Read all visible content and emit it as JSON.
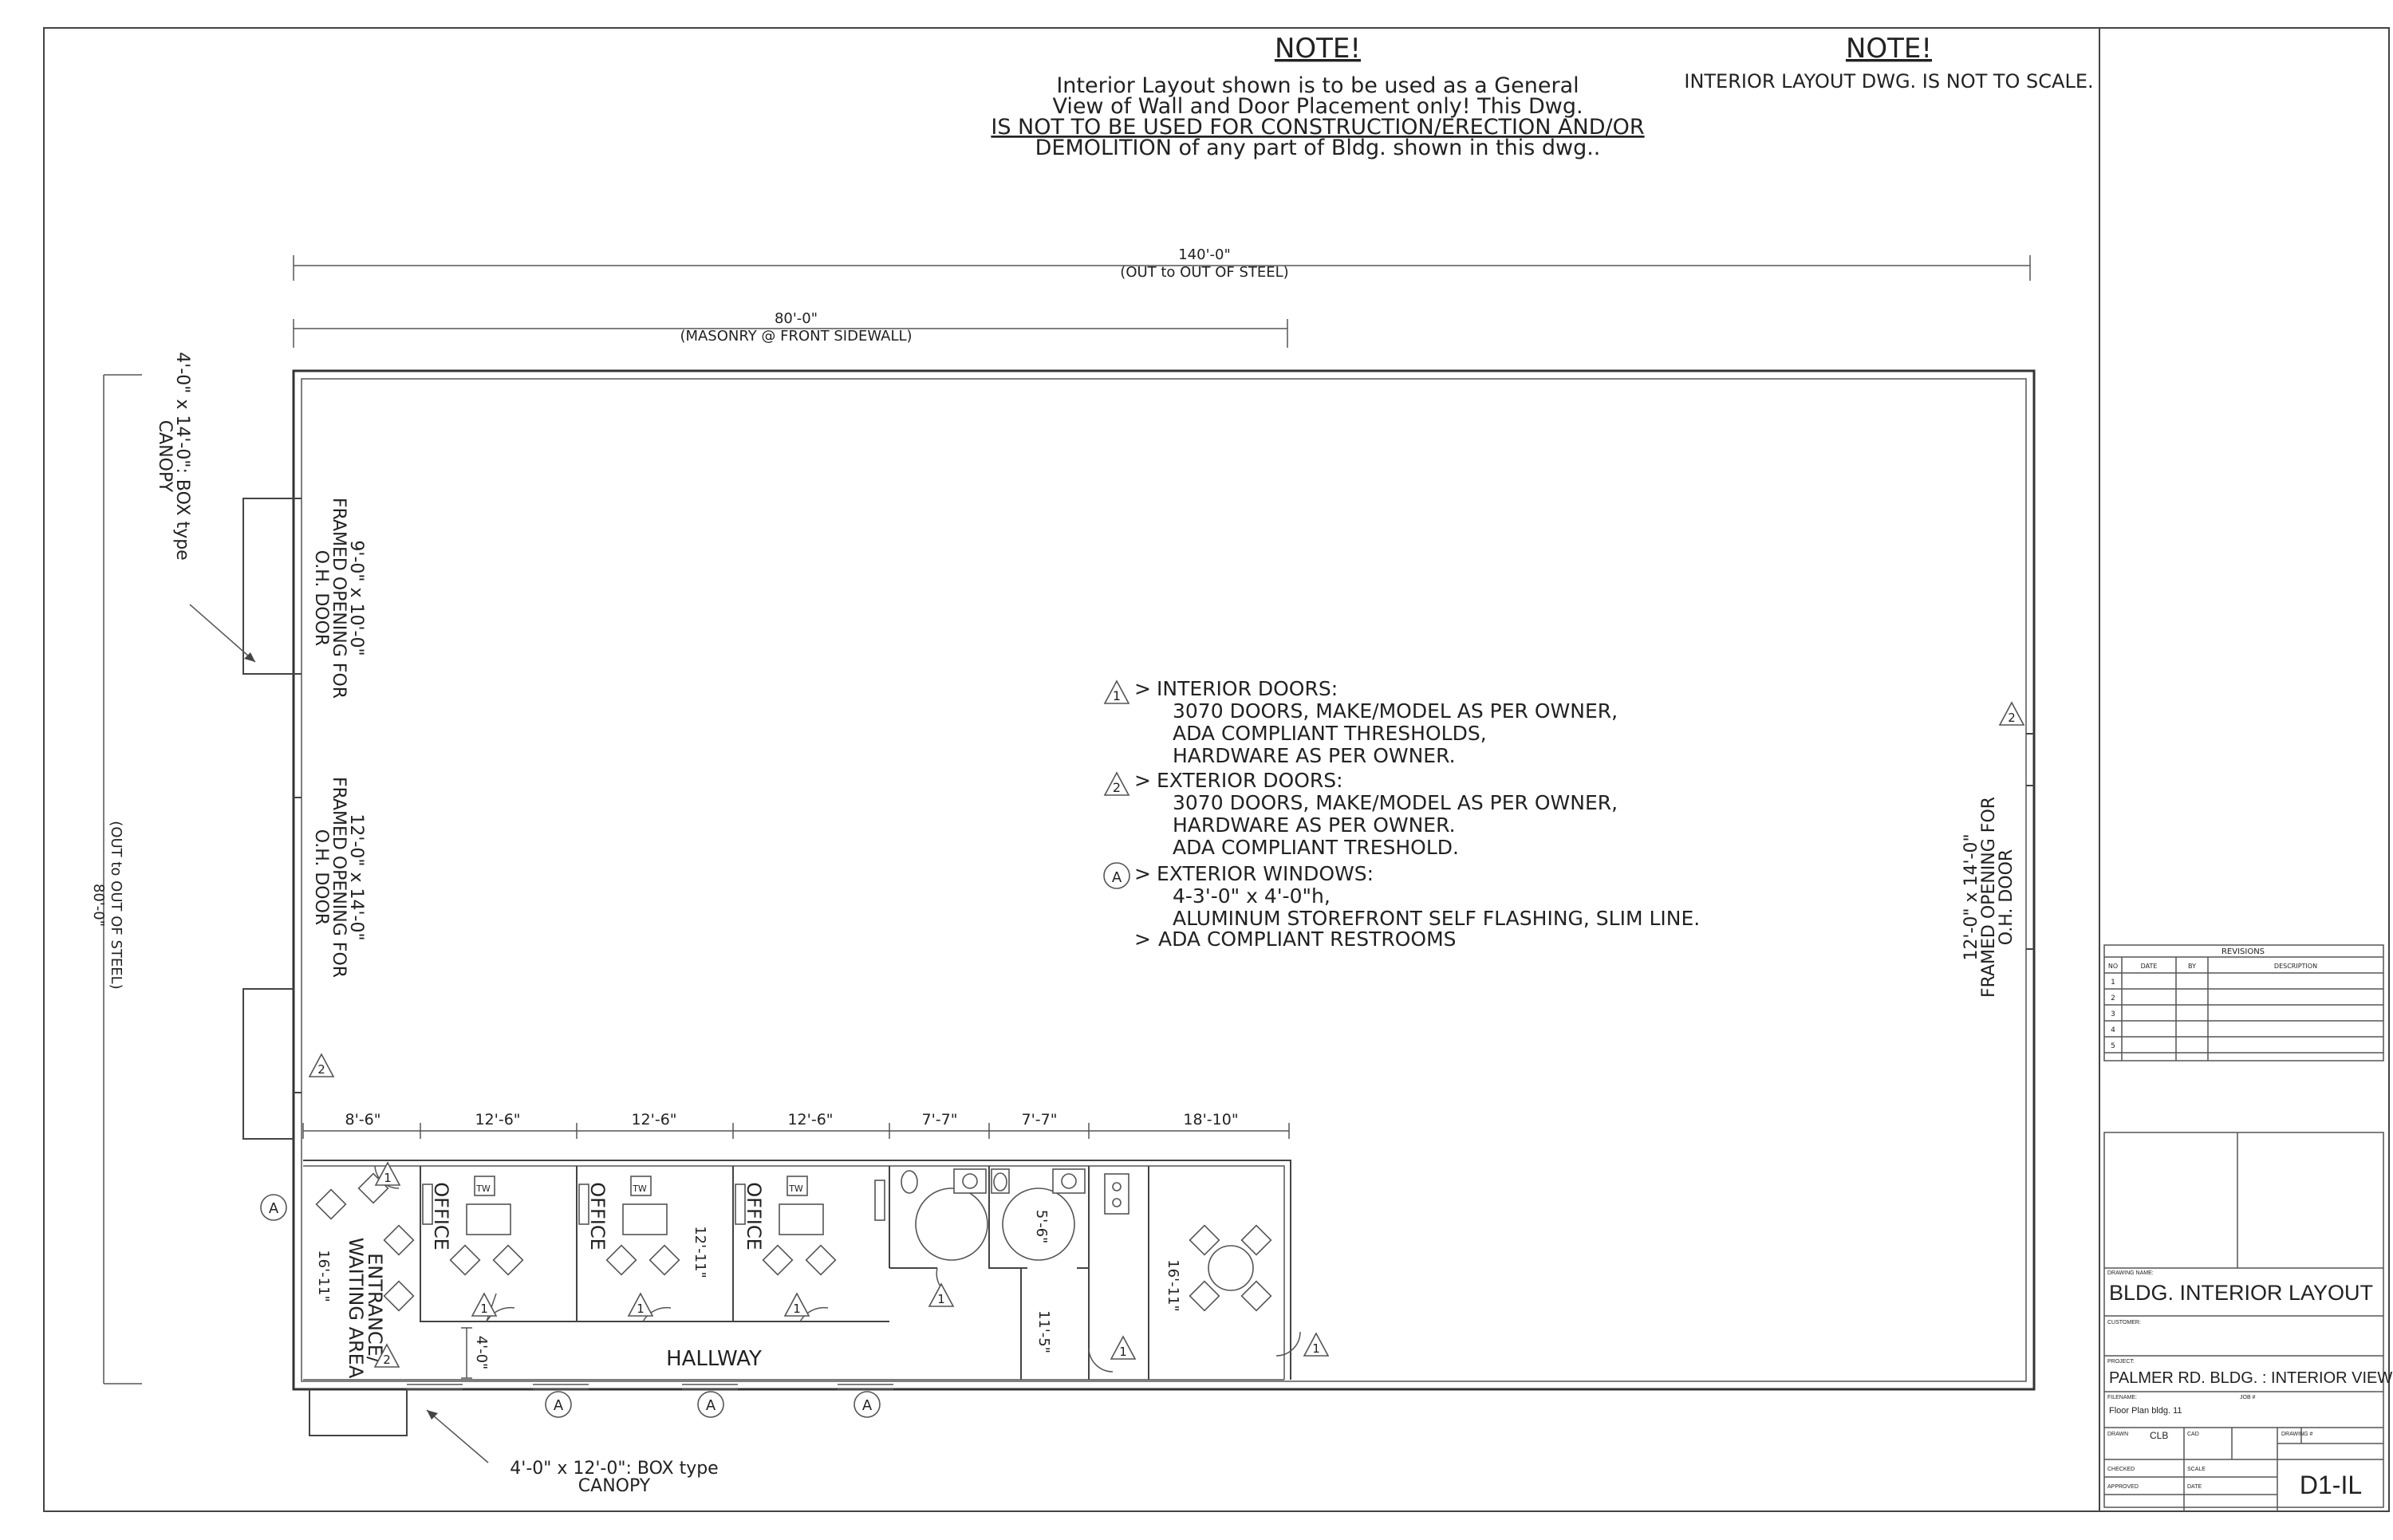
{
  "notes": {
    "left_heading": "NOTE!",
    "left_line1": "Interior Layout shown is to be used as a General",
    "left_line2": "View of Wall and Door Placement only!  This Dwg.",
    "left_line3": "IS NOT TO BE USED FOR CONSTRUCTION/ERECTION AND/OR",
    "left_line4": "DEMOLITION of any part of Bldg. shown in this dwg..",
    "right_heading": "NOTE!",
    "right_line1": "INTERIOR LAYOUT DWG. IS NOT TO SCALE."
  },
  "dimensions": {
    "overall_length": "140'-0\"",
    "overall_length_note": "(OUT to OUT OF STEEL)",
    "masonry_length": "80'-0\"",
    "masonry_note": "(MASONRY @ FRONT SIDEWALL)",
    "width": "80'-0\"",
    "width_note": "(OUT to OUT OF STEEL)",
    "room_widths": [
      "8'-6\"",
      "12'-6\"",
      "12'-6\"",
      "12'-6\"",
      "7'-7\"",
      "7'-7\"",
      "18'-10\""
    ],
    "entrance_depth": "16'-11\"",
    "office_depth": "12'-11\"",
    "hall_width": "4'-0\"",
    "restroom_dia": "5'-6\"",
    "corridor_depth": "11'-5\"",
    "breakroom_depth": "16'-11\""
  },
  "openings": {
    "left_top_1": "9'-0\" x 10'-0\"",
    "left_top_2": "FRAMED OPENING FOR",
    "left_top_3": "O.H. DOOR",
    "left_mid_1": "12'-0\" x 14'-0\"",
    "left_mid_2": "FRAMED OPENING FOR",
    "left_mid_3": "O.H. DOOR",
    "right_1": "12'-0\" x 14'-0\"",
    "right_2": "FRAMED OPENING FOR",
    "right_3": "O.H. DOOR"
  },
  "canopies": {
    "top_line1": "4'-0\" x 14'-0\": BOX type",
    "top_line2": "CANOPY",
    "bottom_line1": "4'-0\" x 12'-0\": BOX type",
    "bottom_line2": "CANOPY"
  },
  "legend": {
    "interior_symbol": "1",
    "interior_title": "INTERIOR DOORS:",
    "interior_1": "3070 DOORS, MAKE/MODEL AS PER OWNER,",
    "interior_2": "ADA COMPLIANT THRESHOLDS,",
    "interior_3": "HARDWARE AS PER OWNER.",
    "exterior_symbol": "2",
    "exterior_title": "EXTERIOR DOORS:",
    "exterior_1": "3070 DOORS, MAKE/MODEL AS PER OWNER,",
    "exterior_2": "HARDWARE AS PER OWNER.",
    "exterior_3": "ADA COMPLIANT TRESHOLD.",
    "window_symbol": "A",
    "window_title": "EXTERIOR WINDOWS:",
    "window_1": "4-3'-0\" x 4'-0\"h,",
    "window_2": "ALUMINUM STOREFRONT SELF FLASHING, SLIM LINE.",
    "ada_item": "ADA COMPLIANT RESTROOMS"
  },
  "rooms": {
    "entrance_1": "ENTRANCE/",
    "entrance_2": "WAITING AREA",
    "office": "OFFICE",
    "hallway": "HALLWAY"
  },
  "title_block": {
    "revisions_title": "REVISIONS",
    "rev_headers": [
      "NO",
      "DATE",
      "BY",
      "DESCRIPTION"
    ],
    "rev_numbers": [
      "1",
      "2",
      "3",
      "4",
      "5"
    ],
    "drawing_name_label": "DRAWING NAME:",
    "drawing_name": "BLDG. INTERIOR LAYOUT",
    "customer_label": "CUSTOMER:",
    "project_label": "PROJECT:",
    "project": "PALMER RD. BLDG. : INTERIOR VIEW",
    "filename_label": "FILENAME:",
    "filename": "Floor Plan bldg. 11",
    "job_label": "JOB #",
    "drawn_label": "DRAWN",
    "drawn": "CLB",
    "cad_label": "CAD",
    "drawing_no_label": "DRAWING #",
    "drawing_no": "D1-IL",
    "checked_label": "CHECKED",
    "scale_label": "SCALE",
    "approved_label": "APPROVED",
    "date_label": "DATE"
  }
}
